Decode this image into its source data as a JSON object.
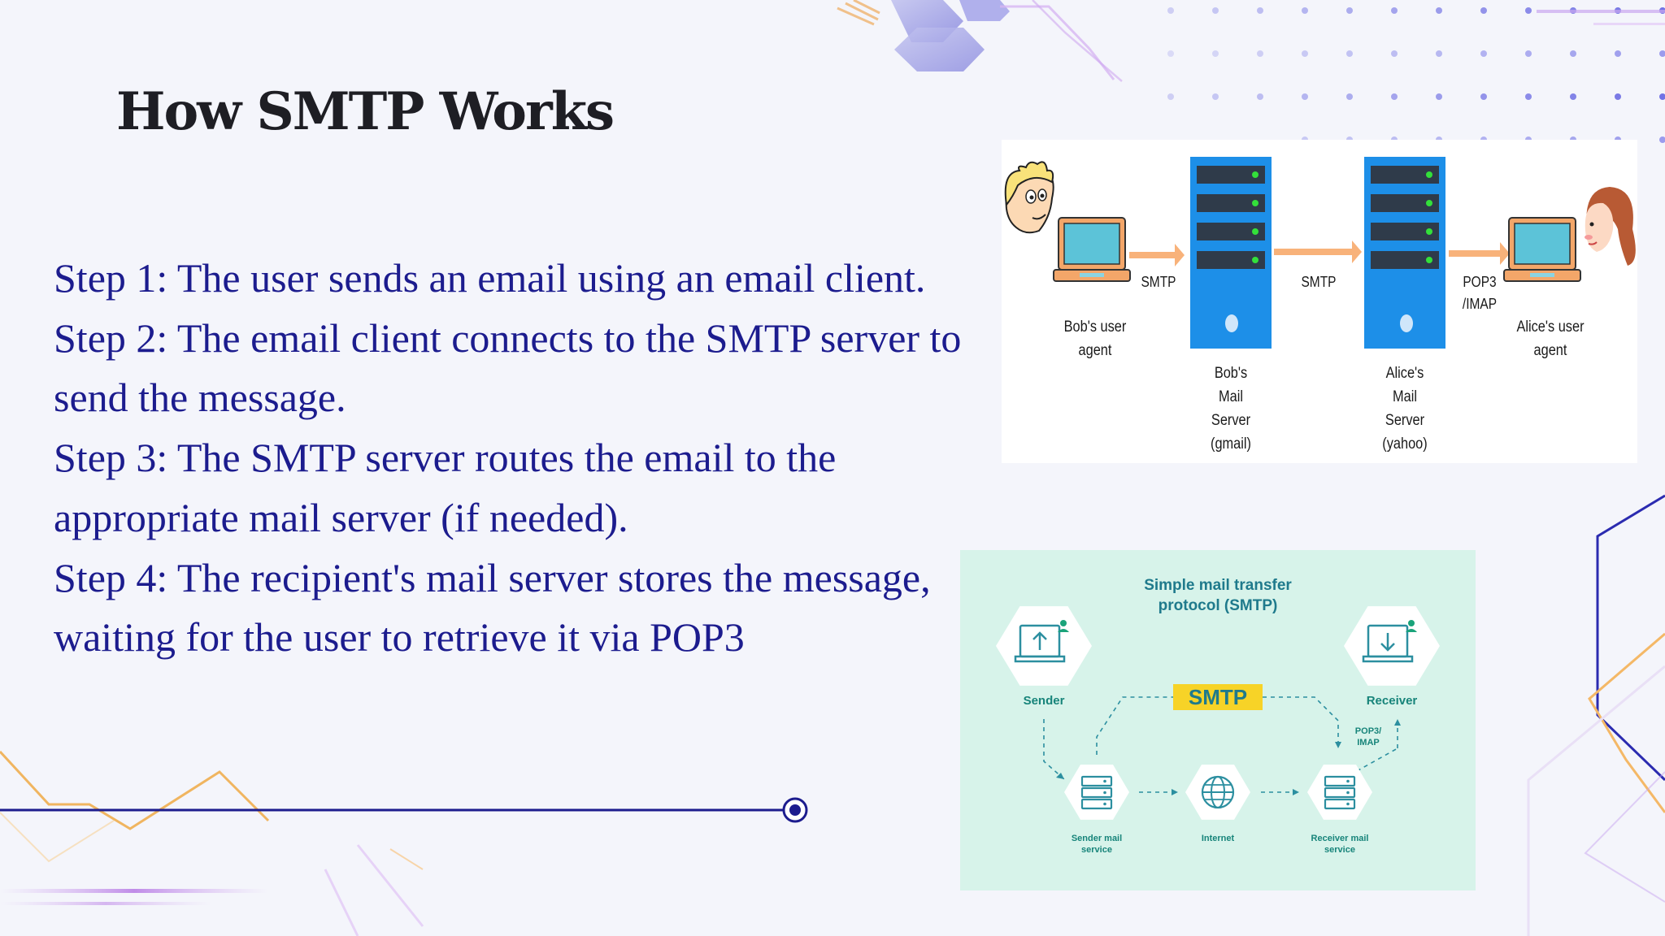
{
  "slide": {
    "title": "How SMTP Works",
    "steps": [
      "Step 1: The user sends an email using an email client.",
      "Step 2: The email client connects to the SMTP server to send the message.",
      "Step 3: The SMTP server routes the email to the appropriate mail server (if needed).",
      "Step 4: The recipient's mail server stores the message, waiting for the user to retrieve it via POP3"
    ]
  },
  "diagram1": {
    "bob_user_agent": [
      "Bob's user",
      "agent"
    ],
    "bob_server": [
      "Bob's",
      "Mail",
      "Server",
      "(gmail)"
    ],
    "alice_server": [
      "Alice's",
      "Mail",
      "Server",
      "(yahoo)"
    ],
    "alice_user_agent": [
      "Alice's user",
      "agent"
    ],
    "protocol_1": "SMTP",
    "protocol_2": "SMTP",
    "protocol_3": [
      "POP3",
      "/IMAP"
    ]
  },
  "diagram2": {
    "title": [
      "Simple mail transfer",
      "protocol (SMTP)"
    ],
    "badge": "SMTP",
    "sender": "Sender",
    "receiver": "Receiver",
    "pop3_imap": [
      "POP3/",
      "IMAP"
    ],
    "sender_service": [
      "Sender mail",
      "service"
    ],
    "internet": "Internet",
    "receiver_service": [
      "Receiver mail",
      "service"
    ]
  },
  "colors": {
    "background": "#f4f5fb",
    "step_text": "#1c1c8e",
    "server_blue": "#1d8fe8",
    "arrow_orange": "#f8b27a",
    "diagram2_bg": "#d7f3ea",
    "diagram2_text": "#17847a",
    "smtp_badge": "#f7d327"
  },
  "icons": [
    "bob-face-icon",
    "laptop-icon",
    "server-icon",
    "alice-face-icon",
    "upload-laptop-icon",
    "download-laptop-icon",
    "server-stack-icon",
    "globe-icon",
    "timeline-node-icon"
  ]
}
